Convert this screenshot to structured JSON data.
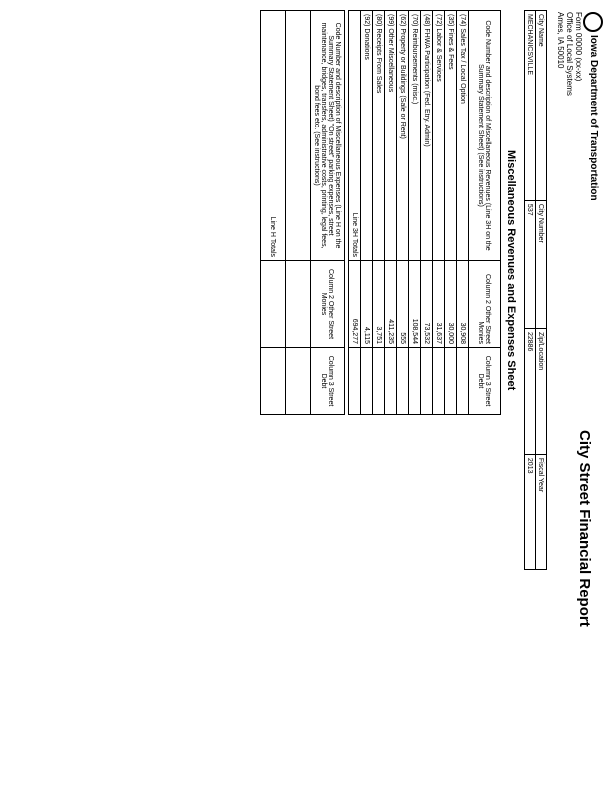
{
  "title": "City Street Financial Report",
  "agency": {
    "name": "Iowa Department of Transportation",
    "form": "Form 00000 (xx-xx)",
    "office": "Office of Local Systems",
    "city": "Ames, IA 50010"
  },
  "header": {
    "labels": [
      "City Name",
      "City Number",
      "Zip/Location",
      "Fiscal Year"
    ],
    "values": [
      "MECHANICSVILLE",
      "537",
      "22886",
      "2013"
    ]
  },
  "section_title": "Miscellaneous Revenues and Expenses Sheet",
  "revenues": {
    "desc_header": "Code Number and description of Miscellaneous Revenues (Line 3H on the Summary Statement Sheet) (See instructions)",
    "col2": "Column 2 Other Street Monies",
    "col3": "Column 3 Street Debt",
    "rows": [
      {
        "label": "(74) Sales Tax / Local Option",
        "col2": "30,908"
      },
      {
        "label": "(35) Fines & Fees",
        "col2": "30,000"
      },
      {
        "label": "(72) Labor & Services",
        "col2": "31,637"
      },
      {
        "label": "(48) FHWA Participation (Fed. Etry. Admin)",
        "col2": "73,532"
      },
      {
        "label": "(70) Reimbursements (misc.)",
        "col2": "108,544"
      },
      {
        "label": "(62) Property or Buildings (Sale or Rent)",
        "col2": "555"
      },
      {
        "label": "(99) Other Miscellaneous",
        "col2": "411,235"
      },
      {
        "label": "(80) Receipts From Sales",
        "col2": "3,751"
      },
      {
        "label": "(92) Donations",
        "col2": "4,115"
      }
    ],
    "total_label": "Line 3H Totals",
    "total": "694,277"
  },
  "expenses": {
    "desc_header": "Code Number and description of Miscellaneous Expenses (Line H on the Summary Statement Sheet) \"On street\" parking expenses, street maintenance, bridges, transfers, administrative costs, printing, legal fees, bond fees etc. (See instructions)",
    "col2": "Column 2 Other Street Monies",
    "col3": "Column 3 Street Debt",
    "total_label": "Line H Totals"
  }
}
